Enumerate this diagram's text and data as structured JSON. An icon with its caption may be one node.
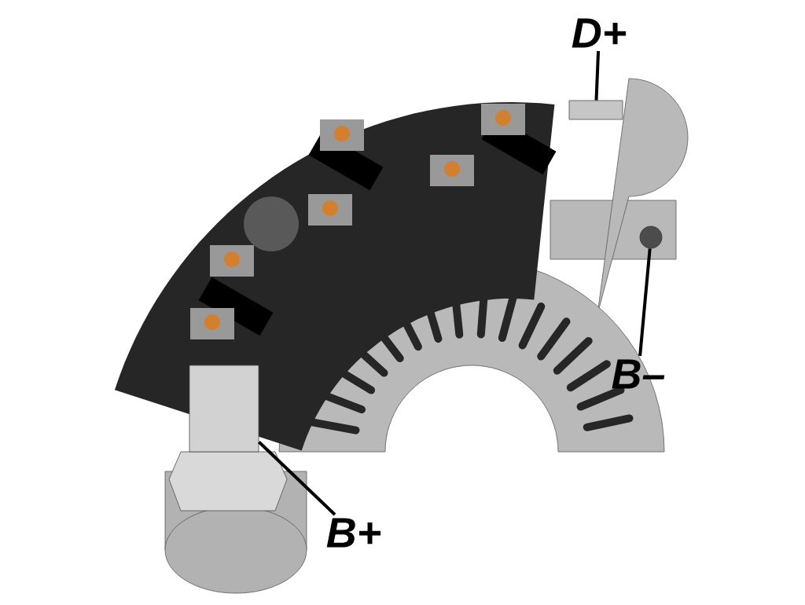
{
  "diagram": {
    "nodes": [
      {
        "text": [
          "D+"
        ]
      },
      {
        "text": [
          "B–"
        ]
      },
      {
        "text": [
          "B+"
        ]
      },
      {
        "text": [],
        "shape": "box"
      },
      {
        "text": [],
        "shape": "circle"
      },
      {
        "text": [],
        "shape": "cylinder"
      }
    ],
    "edges": [
      {
        "from": 0,
        "to": 3,
        "arrow": "none"
      },
      {
        "from": 1,
        "to": 4,
        "arrow": "none"
      },
      {
        "from": 2,
        "to": 5,
        "arrow": "none"
      }
    ]
  }
}
